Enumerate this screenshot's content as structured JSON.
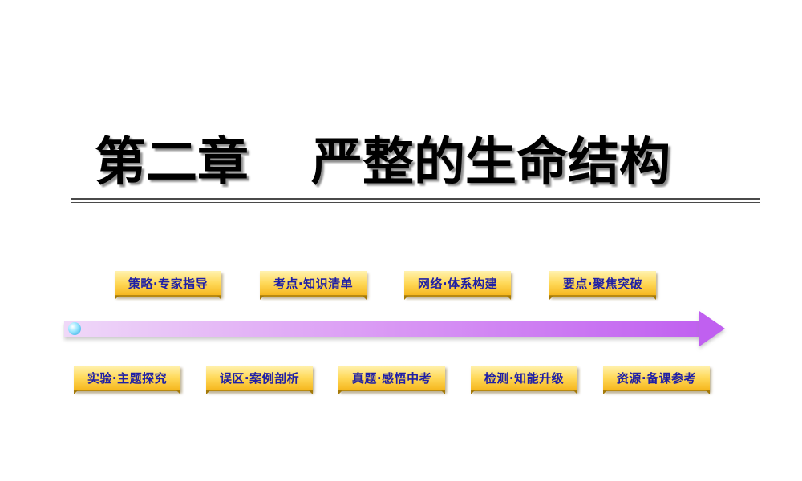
{
  "slide": {
    "title_chapter": "第二章",
    "title_name": "严整的生命结构"
  },
  "nav_top": [
    {
      "label": "策略·专家指导"
    },
    {
      "label": "考点·知识清单"
    },
    {
      "label": "网络·体系构建"
    },
    {
      "label": "要点·聚焦突破"
    }
  ],
  "nav_bottom": [
    {
      "label": "实验·主题探究"
    },
    {
      "label": "误区·案例剖析"
    },
    {
      "label": "真题·感悟中考"
    },
    {
      "label": "检测·知能升级"
    },
    {
      "label": "资源·备课参考"
    }
  ],
  "colors": {
    "button_text": "#1f1fa6",
    "button_fill": "#ffd95a",
    "arrow": "#c060f0"
  }
}
